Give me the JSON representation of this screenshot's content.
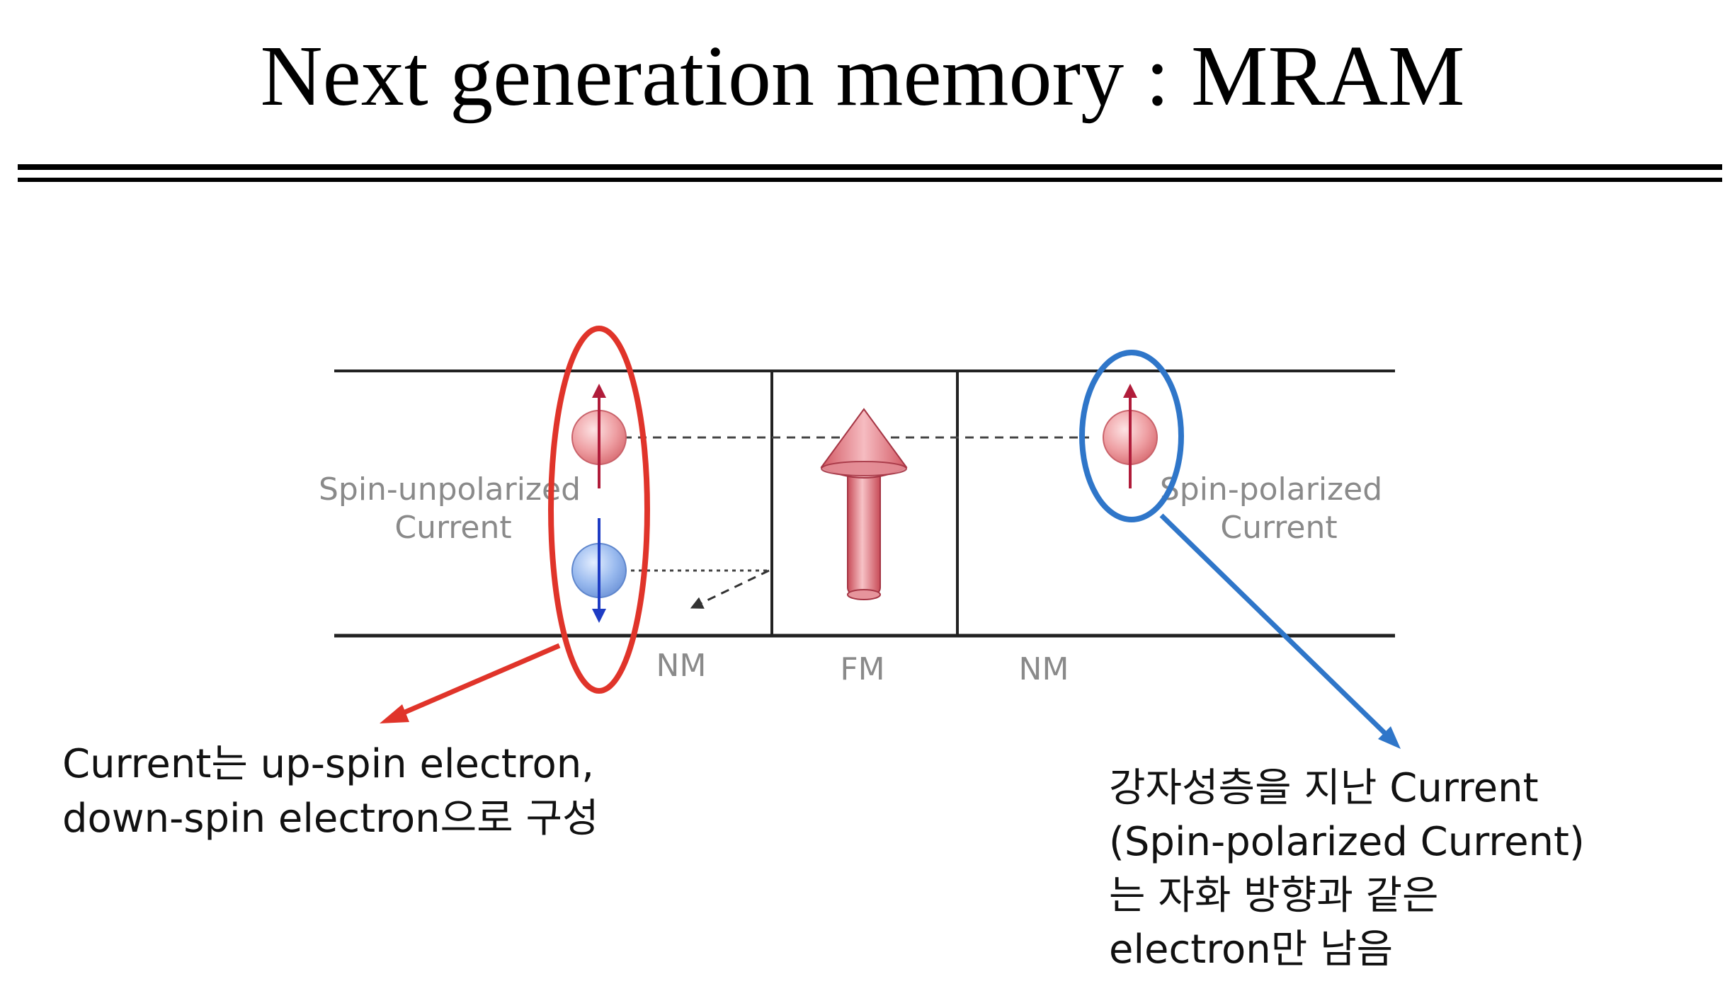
{
  "slide": {
    "title": "Next generation memory : MRAM"
  },
  "diagram": {
    "left_label_line1": "Spin-unpolarized",
    "left_label_line2": "Current",
    "right_label_line1": "Spin-polarized",
    "right_label_line2": "Current",
    "layer_nm_left": "NM",
    "layer_fm": "FM",
    "layer_nm_right": "NM"
  },
  "notes": {
    "left_line1": "Current는 up-spin electron,",
    "left_line2": "down-spin electron으로 구성",
    "right_line1": "강자성층을 지난 Current",
    "right_line2": "(Spin-polarized Current)",
    "right_line3": "는 자화 방향과 같은",
    "right_line4": "electron만 남음"
  },
  "colors": {
    "highlight_left": "#e0342a",
    "highlight_right": "#2f76c9",
    "up_spin": "#e8888c",
    "down_spin": "#7ea6e6",
    "fm_arrow": "#d95a66"
  }
}
